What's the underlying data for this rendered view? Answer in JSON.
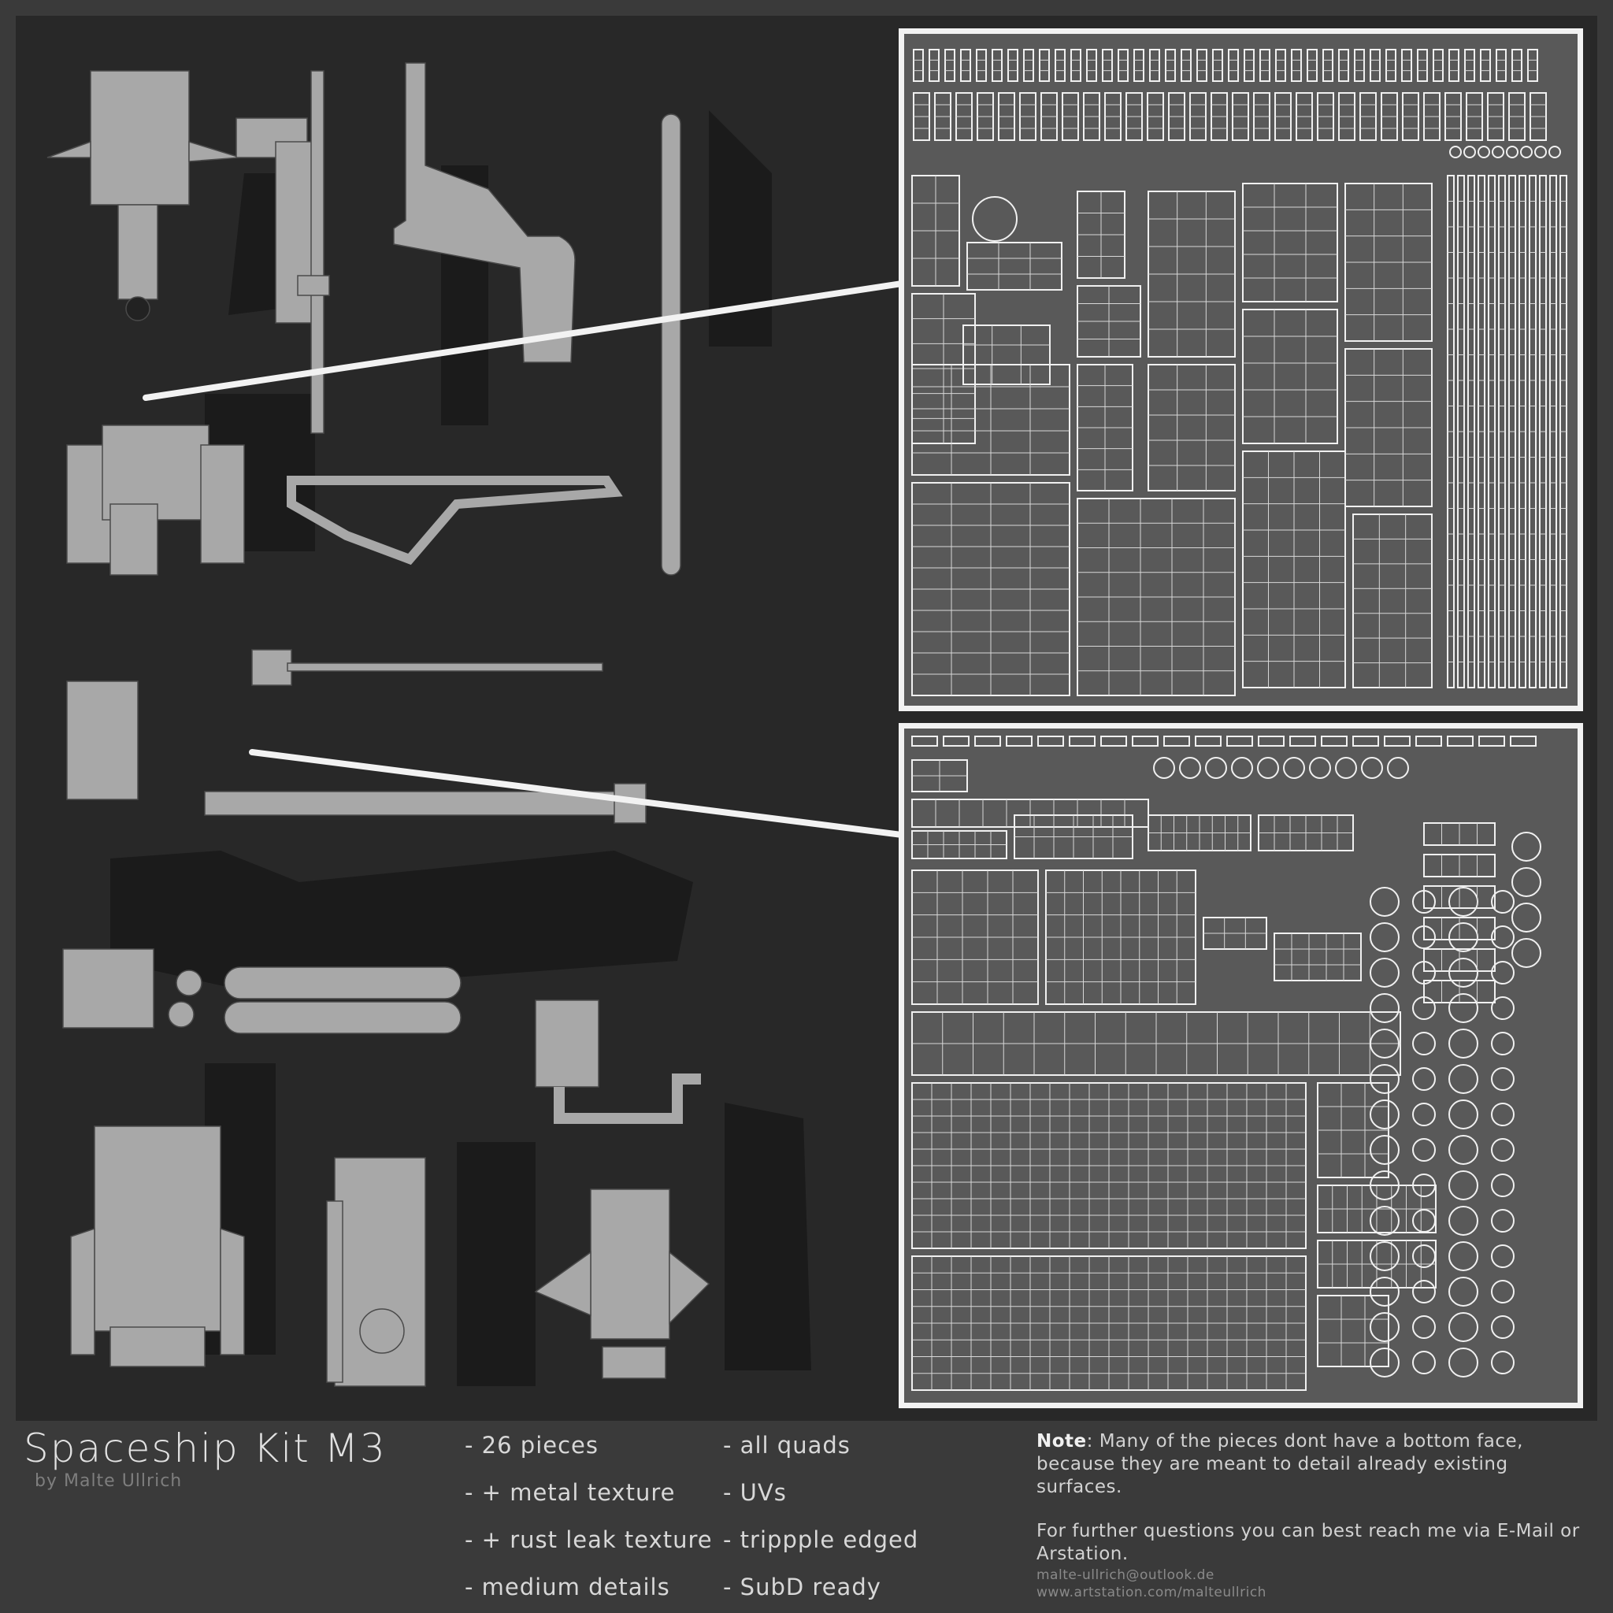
{
  "title": "Spaceship Kit M3",
  "subtitle": "by Malte Ullrich",
  "features_left": [
    "- 26 pieces",
    "- + metal texture",
    "- + rust leak texture",
    "- medium details"
  ],
  "features_right": [
    "- all quads",
    "- UVs",
    "- trippple edged",
    "- SubD ready"
  ],
  "note": {
    "label": "Note",
    "text": ": Many of the pieces dont have a bottom face, because they are meant to detail already existing surfaces."
  },
  "contact_text": "For further questions you can best reach me via E-Mail or Arstation.",
  "email": "malte-ullrich@outlook.de",
  "website": "www.artstation.com/malteullrich",
  "colors": {
    "page_bg": "#3a3a3a",
    "render_bg": "#282828",
    "uv_bg": "#595959",
    "frame": "#f2f2f2",
    "mesh": "#9a9a9a"
  }
}
